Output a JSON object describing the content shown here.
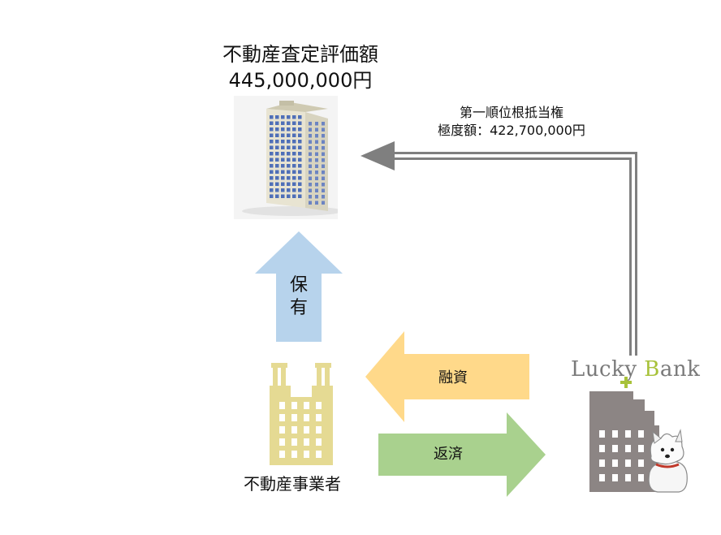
{
  "property": {
    "title": "不動産査定評価額",
    "value": "445,000,000円"
  },
  "lien": {
    "line1": "第一順位根抵当権",
    "line2": "極度額：422,700,000円"
  },
  "arrows": {
    "own_char1": "保",
    "own_char2": "有",
    "financing": "融資",
    "repayment": "返済"
  },
  "business": {
    "label": "不動産事業者"
  },
  "bank": {
    "logo_part1": "Lucky ",
    "logo_part2": "B",
    "logo_part3": "ank"
  },
  "colors": {
    "own_arrow": "#b7d3ec",
    "financing_arrow": "#ffd98a",
    "repayment_arrow": "#a9d18e",
    "business_building": "#e5da93",
    "bank_building": "#8c8584",
    "lien_arrow": "#7f7f7f",
    "logo_accent": "#a8c23a"
  }
}
